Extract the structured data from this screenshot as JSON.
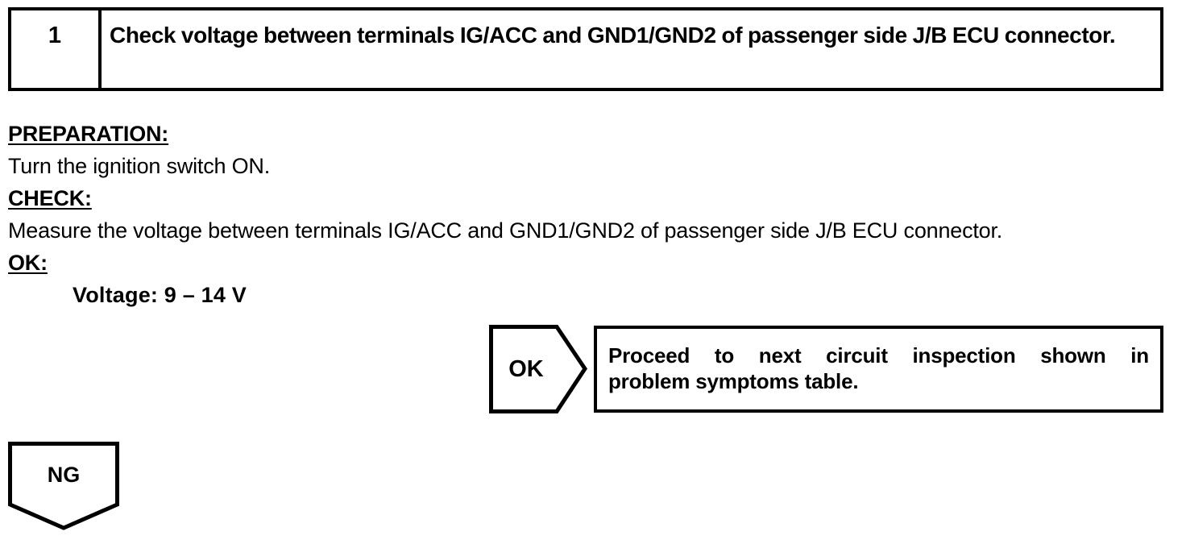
{
  "step": {
    "number": "1",
    "instruction": "Check voltage between terminals IG/ACC and GND1/GND2 of passenger side J/B ECU connector."
  },
  "details": {
    "preparation_label": "PREPARATION:",
    "preparation_text": "Turn the ignition switch ON.",
    "check_label": "CHECK:",
    "check_text": "Measure the voltage between terminals IG/ACC and GND1/GND2 of passenger side J/B ECU connector.",
    "ok_label": "OK:",
    "ok_value": "Voltage: 9 – 14 V"
  },
  "branches": {
    "ok": {
      "tag": "OK",
      "result_line1": "Proceed to next circuit inspection shown in",
      "result_line2": "problem symptoms table."
    },
    "ng": {
      "tag": "NG"
    }
  },
  "colors": {
    "ink": "#000000",
    "paper": "#ffffff"
  }
}
